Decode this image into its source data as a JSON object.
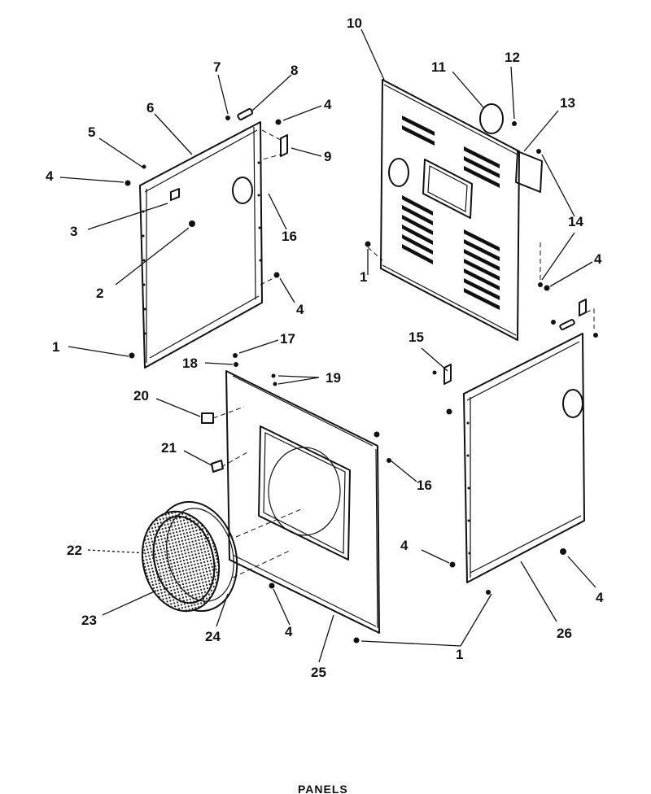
{
  "diagram": {
    "caption": "PANELS",
    "callouts": [
      "1",
      "1",
      "1",
      "1",
      "2",
      "3",
      "4",
      "4",
      "4",
      "4",
      "4",
      "4",
      "4",
      "4",
      "5",
      "6",
      "7",
      "8",
      "9",
      "10",
      "11",
      "12",
      "13",
      "14",
      "14",
      "15",
      "16",
      "16",
      "17",
      "18",
      "19",
      "20",
      "21",
      "22",
      "23",
      "24",
      "25",
      "26"
    ]
  }
}
